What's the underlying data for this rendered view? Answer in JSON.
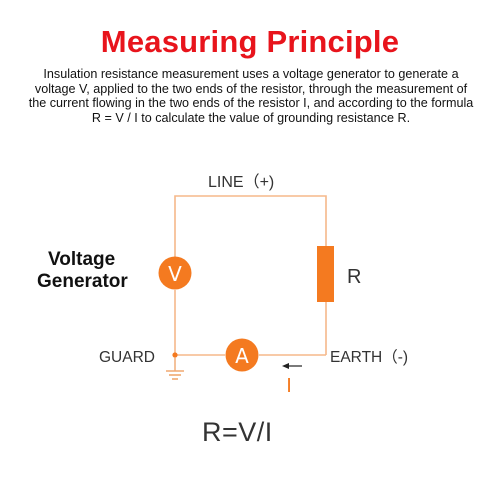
{
  "title": "Measuring Principle",
  "description": "Insulation resistance measurement uses a voltage generator to generate a voltage V, applied to the two ends of the resistor, through the measurement of the current flowing in the two ends of the resistor I, and according to the formula R = V / I to calculate the value of grounding resistance R.",
  "diagram": {
    "line_label": "LINE（+)",
    "generator_label_line1": "Voltage",
    "generator_label_line2": "Generator",
    "generator_symbol": "V",
    "resistor_label": "R",
    "ammeter_symbol": "A",
    "guard_label": "GUARD",
    "earth_label": "EARTH（-)",
    "current_label": "I",
    "formula": "R=V/I"
  },
  "colors": {
    "accent": "#f47a20",
    "title": "#e8141c",
    "wire": "#f5b88a",
    "ground": "#f0a870",
    "text": "#333333"
  }
}
